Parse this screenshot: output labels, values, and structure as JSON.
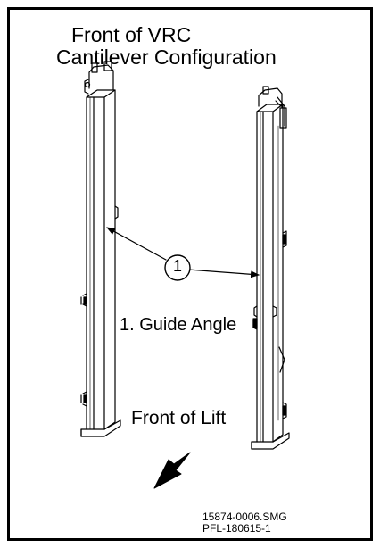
{
  "title": {
    "line1": "Front of VRC",
    "line2": "Cantilever Configuration"
  },
  "callout": {
    "number": "1"
  },
  "legend": {
    "item1": "1. Guide Angle"
  },
  "direction": {
    "label": "Front of Lift"
  },
  "drawing": {
    "file": "15874-0006.SMG",
    "ref": "PFL-180615-1"
  }
}
